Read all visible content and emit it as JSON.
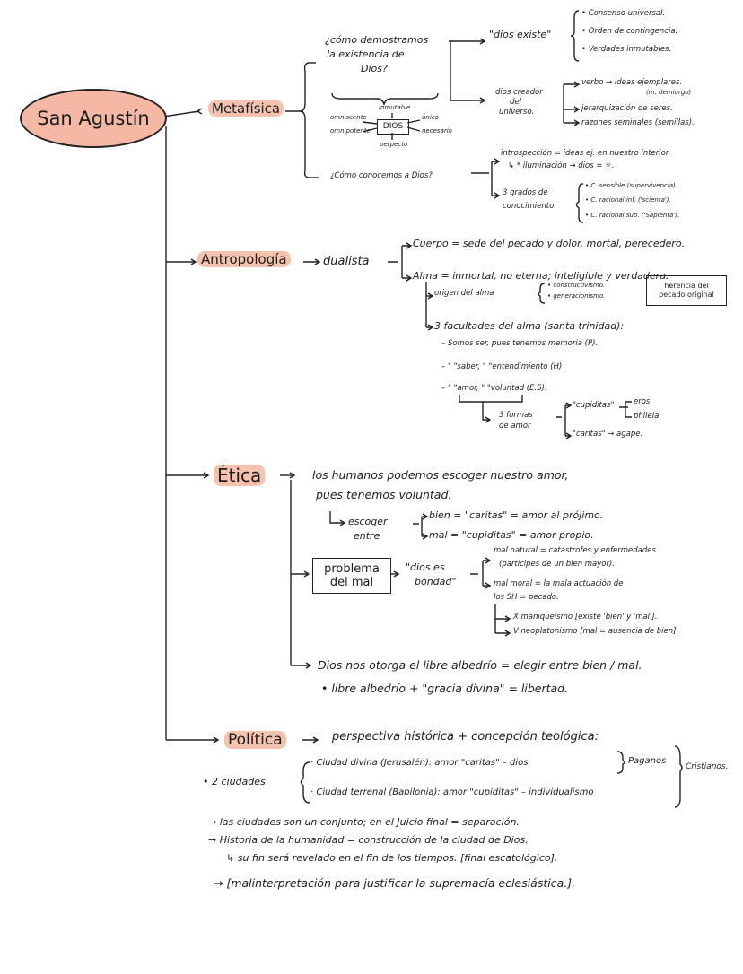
{
  "root": "San Agustín",
  "sections": {
    "metafisica": {
      "title": "Metafísica",
      "q1": [
        "¿cómo demostramos",
        "la existencia de",
        "Dios?"
      ],
      "attributes": {
        "center": "DIOS",
        "top": "inmutable",
        "left": "omniscente",
        "left2": "omnipotente",
        "right": "único",
        "right2": "necesario",
        "bottom": "perpecto"
      },
      "dios_existe": "\"dios existe\"",
      "existe_items": [
        "• Consenso universal.",
        "• Orden de contingencia.",
        "• Verdades inmutables."
      ],
      "creador": [
        "dios creador",
        "del",
        "universo."
      ],
      "creador_items": [
        "verbo → ideas ejemplares.",
        "(m. demiurgo)",
        "jerarquización de seres.",
        "razones seminales (semillas)."
      ],
      "q2": "¿Cómo conocemos a Dios?",
      "q2_items": [
        "introspección = ideas ej. en nuestro interior.",
        "↳ * iluminación → dios = ☼.",
        "3 grados de",
        "conocimiento"
      ],
      "grados": [
        "• C. sensible (supervivencia).",
        "• C. racional inf. ('scienta').",
        "• C. racional sup. ('Sapienta')."
      ]
    },
    "antropologia": {
      "title": "Antropología",
      "dualista": "dualista",
      "cuerpo": "Cuerpo = sede del pecado y dolor, mortal, perecedero.",
      "alma": "Alma = inmortal, no eterna; inteligible y verdadera.",
      "origen": "origen del alma",
      "origen_items": [
        "• constructivismo.",
        "• generacionismo."
      ],
      "herencia": [
        "herencia del",
        "pecado original"
      ],
      "facultades": "3 facultades del alma (santa trinidad):",
      "facultades_items": [
        "– Somos ser, pues tenemos memoria (P).",
        "– \"      \"saber, \"           \"entendimiento (H)",
        "– \"     \"amor, \"          \"voluntad (E.S)."
      ],
      "formas": [
        "3 formas",
        "de amor"
      ],
      "cupiditas": "\"cupiditas\"",
      "eros": "eros.",
      "phileia": "phileia.",
      "caritas": "\"caritas\" → agape."
    },
    "etica": {
      "title": "Ética",
      "line1": "los humanos podemos escoger nuestro amor,",
      "line2": "pues tenemos voluntad.",
      "escoger": [
        "escoger",
        "entre"
      ],
      "bien": "bien = \"caritas\" = amor al prójimo.",
      "mal": "mal = \"cupiditas\" = amor propio.",
      "problema": [
        "problema",
        "del mal"
      ],
      "bondad": [
        "\"dios es",
        "bondad\""
      ],
      "mal_natural": [
        "mal natural = catástrofes y enfermedades",
        "(partícipes de un bien mayor)."
      ],
      "mal_moral": [
        "mal moral = la mala actuación de",
        "los SH = pecado."
      ],
      "maniqueismo": "X maniqueísmo [existe 'bien' y 'mal'].",
      "neoplatonismo": "V neoplatonismo [mal = ausencia de bien].",
      "albedrio": "Dios nos otorga el libre albedrío = elegir entre bien / mal.",
      "libertad": "• libre albedrío + \"gracia divina\" = libertad."
    },
    "politica": {
      "title": "Política",
      "line1": "perspectiva histórica + concepción teológica:",
      "ciudades": "• 2 ciudades",
      "divina": "· Ciudad divina (Jerusalén): amor \"caritas\" – dios",
      "paganos": "Paganos",
      "terrenal": "· Ciudad terrenal (Babilonia): amor \"cupiditas\" – individualismo",
      "cristianos": "Cristianos.",
      "notes": [
        "→ las ciudades son un conjunto; en el Juicio final = separación.",
        "→ Historia de la humanidad = construcción de la ciudad de Dios.",
        "↳ su fin será revelado en el fin de los tiempos. [final escatológico].",
        "→ [malinterpretación para justificar la supremacía eclesiástica.]."
      ]
    }
  },
  "colors": {
    "highlight": "#f5c3ad",
    "root_fill": "#f5b8a5",
    "ink": "#1c1c1c"
  }
}
